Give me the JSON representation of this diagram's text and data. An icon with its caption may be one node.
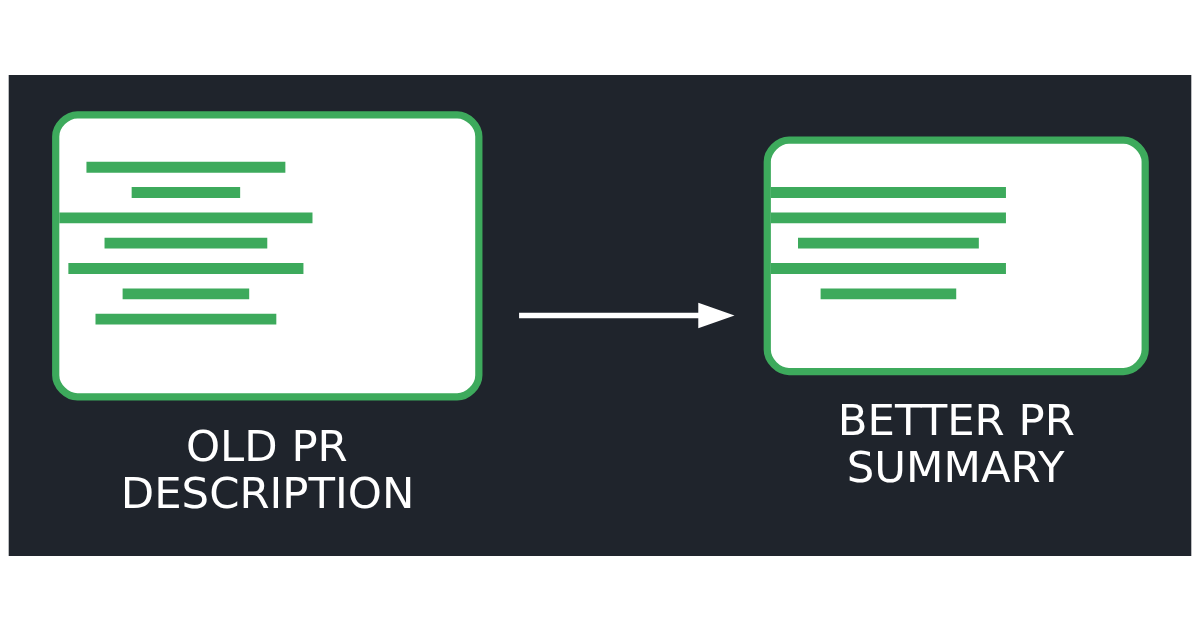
{
  "diagram": {
    "nodes": [
      {
        "text": [
          "OLD PR DESCRIPTION"
        ]
      },
      {
        "text": [
          "BETTER PR SUMMARY"
        ]
      }
    ],
    "edges": [
      {
        "from": 0,
        "to": 1,
        "arrow": "to"
      }
    ]
  }
}
